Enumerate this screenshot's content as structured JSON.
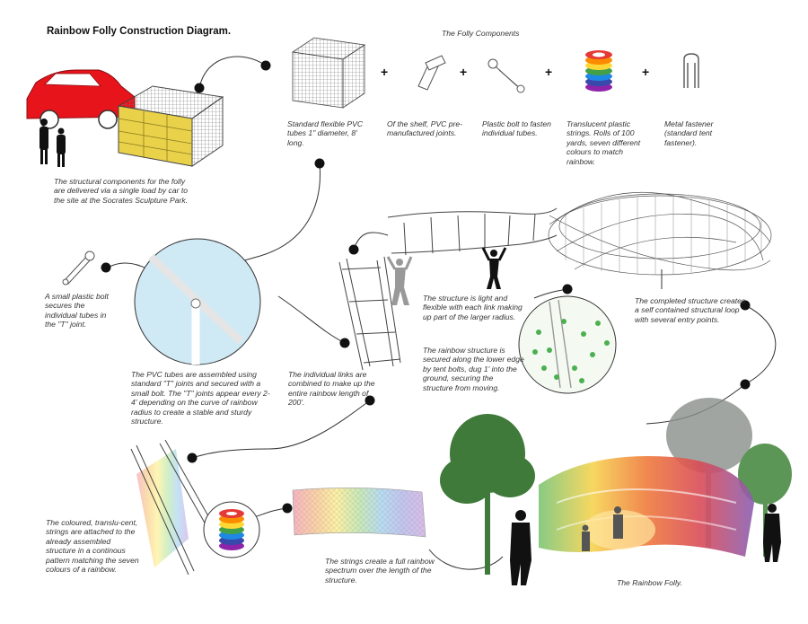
{
  "title": "Rainbow Folly Construction Diagram.",
  "components_heading": "The Folly Components",
  "plus_sign": "+",
  "components": [
    {
      "id": "pvc",
      "icon": "pvc-tube-stack-icon",
      "label": "Standard flexible PVC tubes 1\" diameter, 8' long."
    },
    {
      "id": "joint",
      "icon": "pvc-joint-icon",
      "label": "Of the shelf, PVC pre-manufactured joints."
    },
    {
      "id": "bolt",
      "icon": "plastic-bolt-icon",
      "label": "Plastic bolt to fasten individual tubes."
    },
    {
      "id": "strings",
      "icon": "rainbow-string-rolls-icon",
      "label": "Translucent plastic strings. Rolls of 100 yards, seven different colours to match rainbow."
    },
    {
      "id": "fastener",
      "icon": "tent-fastener-icon",
      "label": "Metal fastener (standard tent fastener)."
    }
  ],
  "steps": {
    "delivery": "The structural components for the folly are delivered via a single load by car to the site at the Socrates Sculpture Park.",
    "bolt": "A small plastic bolt secures the individual tubes in the \"T\" joint.",
    "assembly": "The PVC tubes are assembled using standard \"T\" joints and secured with a small bolt. The \"T\" joints appear every 2-4' depending on the curve of rainbow radius to create a stable and sturdy structure.",
    "links": "The individual links are combined to make up the entire rainbow length of 200'.",
    "light": "The structure is light and flexible with each link making up part of the larger radius.",
    "secured": "The rainbow structure is secured along the lower edge by tent bolts, dug 1' into the ground, securing the structure from moving.",
    "completed": "The completed structure creates a self contained structural loop with several entry points.",
    "strings_attached": "The coloured, translu-cent, strings are attached to the already assembled structure in a continous pattern matching the seven colours of a rainbow.",
    "spectrum": "The strings create a full rainbow spectrum over the length of the structure.",
    "final": "The Rainbow Folly."
  },
  "colors": {
    "car": "#e8141b",
    "pallet": "#e9d24a",
    "rainbow": [
      "#e53935",
      "#fb8c00",
      "#fdd835",
      "#43a047",
      "#1e88e5",
      "#3949ab",
      "#8e24aa"
    ],
    "detail_circle": "#cfe9f5",
    "tree": "#3f7a3a",
    "tree_grey": "#8a8f8a"
  }
}
